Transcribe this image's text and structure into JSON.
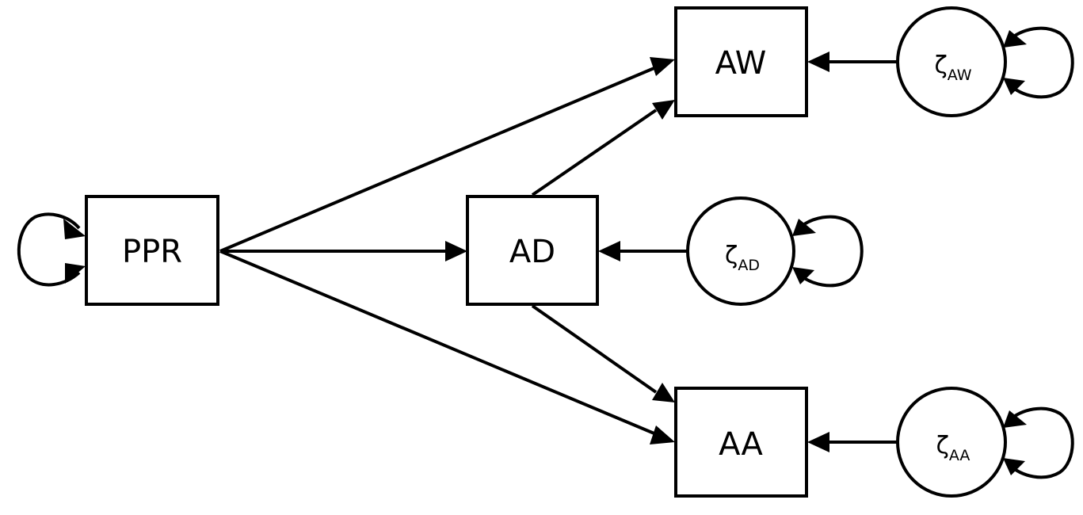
{
  "diagram": {
    "style": {
      "stroke_color": "#000000",
      "fill_color": "#ffffff"
    },
    "nodes": {
      "ppr": {
        "label": "PPR"
      },
      "ad": {
        "label": "AD"
      },
      "aw": {
        "label": "AW"
      },
      "aa": {
        "label": "AA"
      },
      "zeta_aw": {
        "symbol": "ζ",
        "subscript": "AW"
      },
      "zeta_ad": {
        "symbol": "ζ",
        "subscript": "AD"
      },
      "zeta_aa": {
        "symbol": "ζ",
        "subscript": "AA"
      }
    },
    "edges": [
      {
        "from": "PPR",
        "to": "AW"
      },
      {
        "from": "PPR",
        "to": "AD"
      },
      {
        "from": "PPR",
        "to": "AA"
      },
      {
        "from": "AD",
        "to": "AW"
      },
      {
        "from": "AD",
        "to": "AA"
      },
      {
        "from": "ζAW",
        "to": "AW"
      },
      {
        "from": "ζAD",
        "to": "AD"
      },
      {
        "from": "ζAA",
        "to": "AA"
      }
    ],
    "self_loops": [
      "PPR",
      "ζAW",
      "ζAD",
      "ζAA"
    ]
  }
}
